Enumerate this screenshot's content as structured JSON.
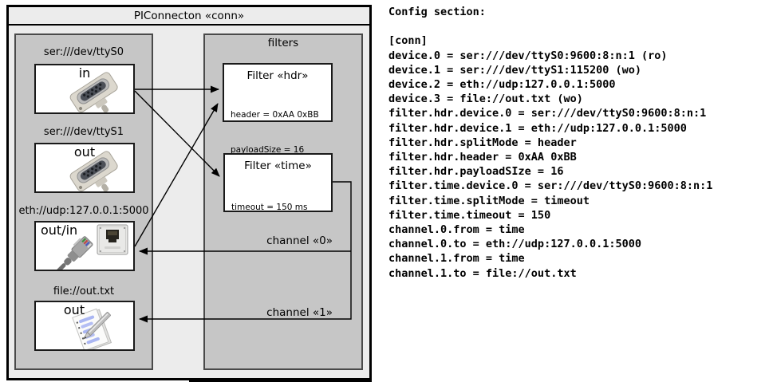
{
  "diagram": {
    "title": "PIConnecton «conn»",
    "devices_panel": {
      "devices": [
        {
          "url": "ser:///dev/ttyS0",
          "direction": "in",
          "icon": "serial-connector-icon"
        },
        {
          "url": "ser:///dev/ttyS1",
          "direction": "out",
          "icon": "serial-connector-icon"
        },
        {
          "url": "eth://udp:127.0.0.1:5000",
          "direction": "out/in",
          "icon": "ethernet-connector-icon"
        },
        {
          "url": "file://out.txt",
          "direction": "out",
          "icon": "notepad-icon"
        }
      ]
    },
    "filters_panel": {
      "title": "filters",
      "filters": [
        {
          "title": "Filter «hdr»",
          "params": [
            "header = 0xAA 0xBB",
            "payloadSize = 16"
          ]
        },
        {
          "title": "Filter «time»",
          "params": [
            "timeout = 150 ms"
          ]
        }
      ],
      "channels": [
        {
          "label": "channel «0»"
        },
        {
          "label": "channel «1»"
        }
      ]
    }
  },
  "config": {
    "heading": "Config section:",
    "lines": [
      "[conn]",
      "device.0 = ser:///dev/ttyS0:9600:8:n:1 (ro)",
      "device.1 = ser:///dev/ttyS1:115200 (wo)",
      "device.2 = eth://udp:127.0.0.1:5000",
      "device.3 = file://out.txt (wo)",
      "filter.hdr.device.0 = ser:///dev/ttyS0:9600:8:n:1",
      "filter.hdr.device.1 = eth://udp:127.0.0.1:5000",
      "filter.hdr.splitMode = header",
      "filter.hdr.header = 0xAA 0xBB",
      "filter.hdr.payloadSIze = 16",
      "filter.time.device.0 = ser:///dev/ttyS0:9600:8:n:1",
      "filter.time.splitMode = timeout",
      "filter.time.timeout = 150",
      "channel.0.from = time",
      "channel.0.to = eth://udp:127.0.0.1:5000",
      "channel.1.from = time",
      "channel.1.to = file://out.txt"
    ]
  },
  "colors": {
    "outer_bg": "#ececec",
    "panel_bg": "#c6c6c6",
    "box_bg": "#ffffff",
    "line": "#000000"
  }
}
